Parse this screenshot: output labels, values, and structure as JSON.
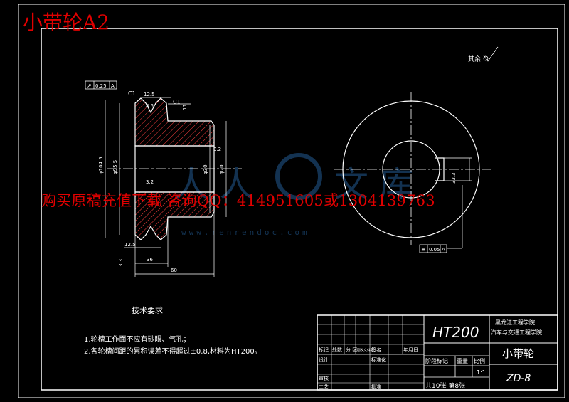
{
  "header_title": "小带轮A2",
  "promo_text": "购买原稿充值下载 咨询QQ：414951605或1304139763",
  "watermark_url": "www.renrendoc.com",
  "tech_req": {
    "heading": "技术要求",
    "line1": "1.轮槽工作面不应有砂眼、气孔；",
    "line2": "2.各轮槽间距的累积误差不得超过±0.8,材料为HT200。"
  },
  "surface_note": "其余",
  "dims": {
    "runout_tol": "0.25",
    "runout_datum": "A",
    "sym_tol": "0.05",
    "sym_datum": "A",
    "chamfer_left": "C1",
    "chamfer_right": "C1",
    "groove_width": "12.5",
    "groove_top": "8.5",
    "groove_depth": "11",
    "outer_dia": "φ104.5",
    "hub_dia": "φ95.5",
    "bore_dia": "φ30",
    "hub_od": "φ70",
    "groove_pitch": "12.5",
    "groove_base": "3.3",
    "len_hub": "36",
    "len_total": "60",
    "keyway": "33.3",
    "rough_a": "3.2",
    "rough_b": "3.2"
  },
  "title_block": {
    "material": "HT200",
    "school_line1": "黑龙江工程学院",
    "school_line2": "汽车与交通工程学院",
    "part_name": "小带轮",
    "drawing_no": "ZD-8",
    "scale": "1:1",
    "sheets": "共10张  第8张",
    "col_mark": "标记",
    "col_count": "处数",
    "col_zone": "分 区",
    "col_docno": "更改文件号",
    "col_sign": "签名",
    "col_date": "年月日",
    "row_design": "设计",
    "row_std": "标准化",
    "row_check": "审核",
    "row_process": "工艺",
    "row_approve": "批准",
    "stage": "阶段标记",
    "weight": "重量",
    "ratio": "比例"
  }
}
